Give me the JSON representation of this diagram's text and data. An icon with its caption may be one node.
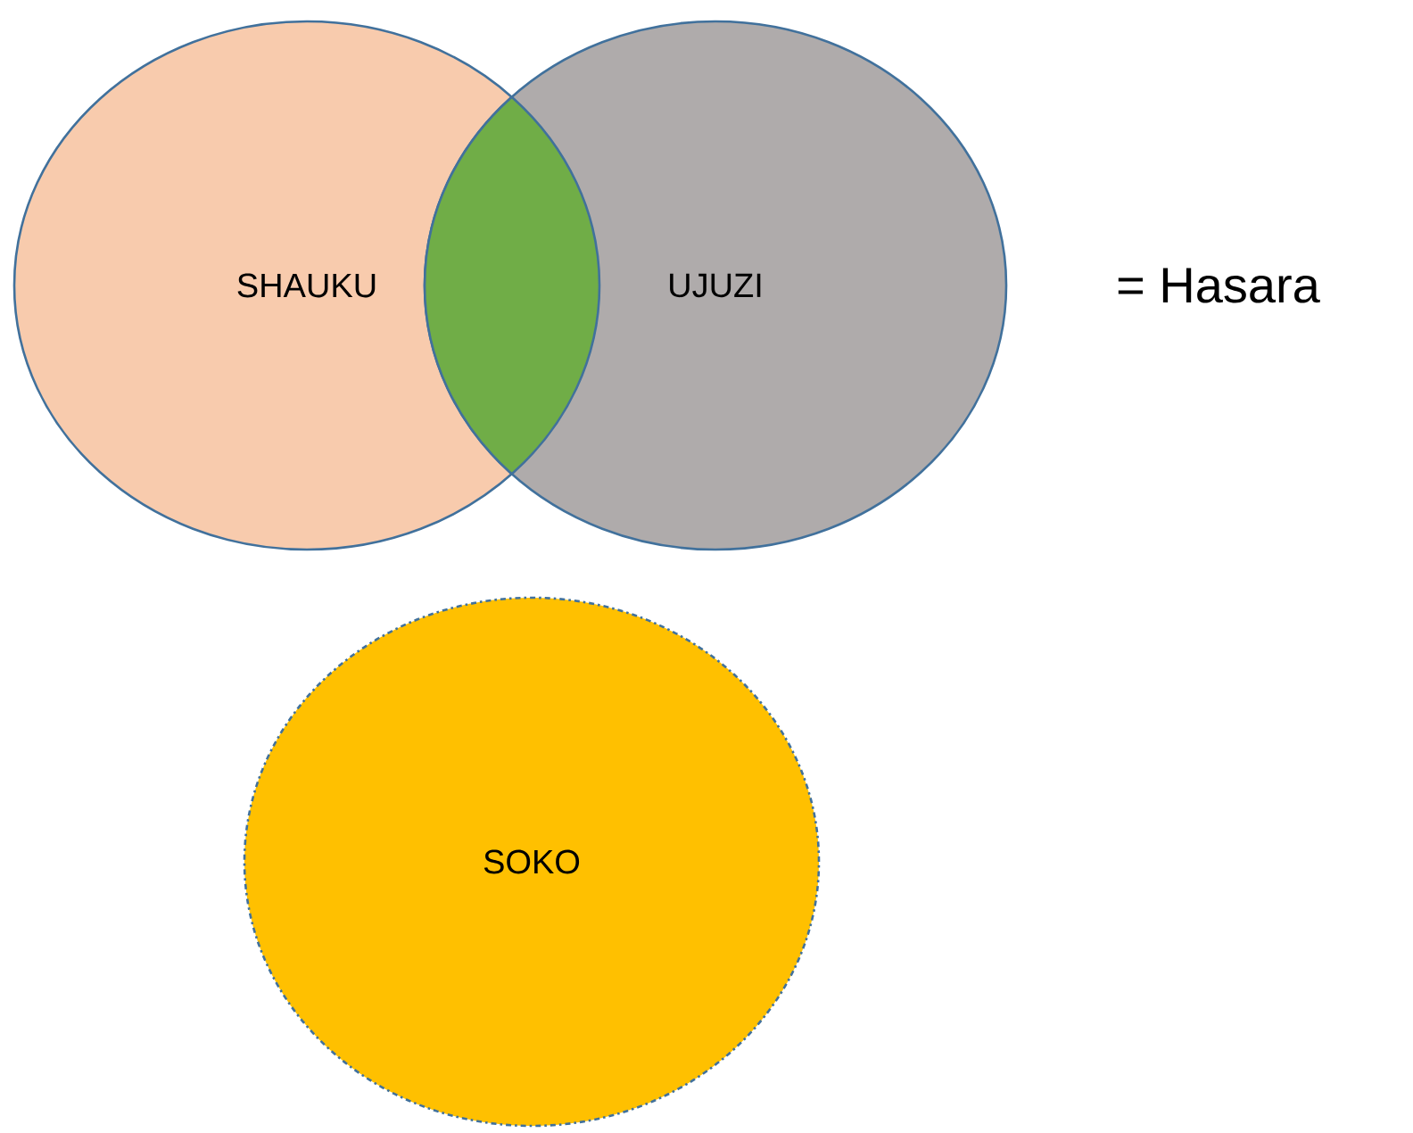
{
  "diagram": {
    "nodes": [
      {
        "text": [
          "SHAUKU"
        ]
      },
      {
        "text": [
          "UJUZI"
        ]
      },
      {
        "text": [
          "SOKO"
        ]
      }
    ],
    "labels": [
      "= Hasara"
    ]
  }
}
